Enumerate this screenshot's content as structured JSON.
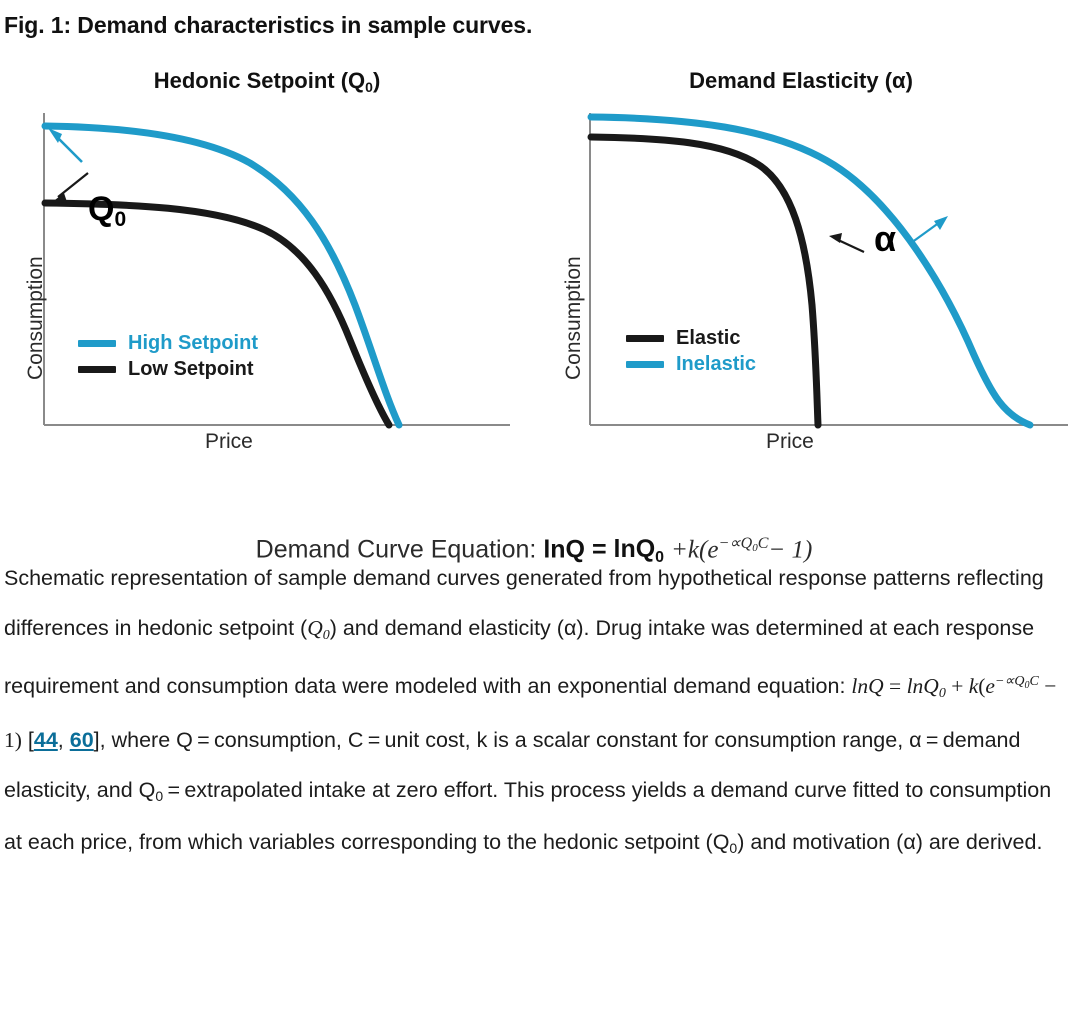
{
  "figure": {
    "title": "Fig. 1: Demand characteristics in sample curves."
  },
  "panels": [
    {
      "id": "hedonic-setpoint",
      "title_main": "Hedonic Setpoint (Q",
      "title_sub": "0",
      "title_tail": ")",
      "ylabel": "Consumption",
      "xlabel": "Price",
      "annotation": {
        "label_main": "Q",
        "label_sub": "0"
      },
      "legend": [
        {
          "label": "High Setpoint",
          "color": "#1f9bc9"
        },
        {
          "label": "Low Setpoint",
          "color": "#191919"
        }
      ]
    },
    {
      "id": "demand-elasticity",
      "title_main": "Demand Elasticity (α)",
      "title_sub": "",
      "title_tail": "",
      "ylabel": "Consumption",
      "xlabel": "Price",
      "annotation": {
        "label_main": "α",
        "label_sub": ""
      },
      "legend": [
        {
          "label": "Elastic",
          "color": "#191919"
        },
        {
          "label": "Inelastic",
          "color": "#1f9bc9"
        }
      ]
    }
  ],
  "equation": {
    "lead": "Demand Curve Equation:",
    "lhs": "lnQ",
    "equals": "=",
    "rhs_ln": "lnQ",
    "rhs_ln_sub": "0",
    "plus": "+",
    "k": "k",
    "open": "(",
    "e": "e",
    "exponent": "−∝Q",
    "exponent_sub": "0",
    "exponent_tail": "C",
    "minus_one": "− 1",
    "close": ")"
  },
  "caption": {
    "p1": "Schematic representation of sample demand curves generated from hypothetical response patterns reflecting differences in hedonic setpoint (",
    "q0_italic": "Q",
    "q0_italic_sub": "0",
    "p2": ") and demand elasticity (α). Drug intake was determined at each response requirement and consumption data were modeled with an exponential demand equation: ",
    "eq_lnq": "lnQ",
    "eq_eq": "=",
    "eq_lnq0": "lnQ",
    "eq_lnq0_sub": "0",
    "eq_plus": "+",
    "eq_k": "k",
    "eq_open": "(",
    "eq_e": "e",
    "eq_exp": "−∝Q",
    "eq_exp_sub": "0",
    "eq_exp_c": "C",
    "eq_minus1": "− 1",
    "eq_close": ")",
    "p3_open": " [",
    "cite1": "44",
    "cite_sep": ", ",
    "cite2": "60",
    "p3_close": "], where Q = consumption, C = unit cost, k is a scalar constant for consumption range, α = demand elasticity, and Q",
    "q0_sub_plain": "0",
    "p4": " = extrapolated intake at zero effort. This process yields a demand curve fitted to consumption at each price, from which variables corresponding to the hedonic setpoint (Q",
    "q0_sub_plain2": "0",
    "p5": ") and motivation (α) are derived."
  },
  "chart_data": [
    {
      "type": "line",
      "title": "Hedonic Setpoint (Q0)",
      "xlabel": "Price",
      "ylabel": "Consumption",
      "xlim": [
        0,
        1
      ],
      "ylim": [
        0,
        1
      ],
      "grid": false,
      "legend_position": "lower-left",
      "axis_ticks": "none",
      "annotations": [
        "Q0"
      ],
      "series": [
        {
          "name": "High Setpoint",
          "color": "#1f9bc9",
          "q0": 1.0,
          "alpha": 1.0,
          "k": 1.0,
          "x": [
            0.0,
            0.1,
            0.2,
            0.3,
            0.4,
            0.5,
            0.6,
            0.7,
            0.78,
            0.84,
            0.9,
            0.94,
            0.97,
            1.0
          ],
          "y": [
            1.0,
            0.995,
            0.985,
            0.965,
            0.93,
            0.875,
            0.79,
            0.66,
            0.53,
            0.41,
            0.255,
            0.15,
            0.07,
            0.0
          ]
        },
        {
          "name": "Low Setpoint",
          "color": "#191919",
          "q0": 0.72,
          "alpha": 1.0,
          "k": 1.0,
          "x": [
            0.0,
            0.1,
            0.2,
            0.3,
            0.4,
            0.5,
            0.6,
            0.68,
            0.76,
            0.82,
            0.88,
            0.92,
            0.95,
            0.975
          ],
          "y": [
            0.72,
            0.718,
            0.713,
            0.705,
            0.69,
            0.66,
            0.6,
            0.52,
            0.4,
            0.29,
            0.16,
            0.08,
            0.03,
            0.0
          ]
        }
      ]
    },
    {
      "type": "line",
      "title": "Demand Elasticity (α)",
      "xlabel": "Price",
      "ylabel": "Consumption",
      "xlim": [
        0,
        1
      ],
      "ylim": [
        0,
        1
      ],
      "grid": false,
      "legend_position": "lower-left",
      "axis_ticks": "none",
      "annotations": [
        "α"
      ],
      "series": [
        {
          "name": "Elastic",
          "color": "#191919",
          "q0": 0.93,
          "alpha": 2.2,
          "k": 1.0,
          "x": [
            0.0,
            0.1,
            0.2,
            0.3,
            0.38,
            0.44,
            0.5,
            0.54,
            0.58,
            0.62,
            0.65,
            0.68,
            0.7,
            0.715
          ],
          "y": [
            0.93,
            0.928,
            0.922,
            0.905,
            0.87,
            0.81,
            0.71,
            0.61,
            0.48,
            0.34,
            0.22,
            0.11,
            0.045,
            0.0
          ]
        },
        {
          "name": "Inelastic",
          "color": "#1f9bc9",
          "q0": 1.0,
          "alpha": 0.9,
          "k": 1.0,
          "x": [
            0.0,
            0.12,
            0.25,
            0.38,
            0.5,
            0.6,
            0.68,
            0.76,
            0.82,
            0.88,
            0.92,
            0.955,
            0.98,
            1.0
          ],
          "y": [
            1.0,
            0.996,
            0.985,
            0.962,
            0.92,
            0.865,
            0.795,
            0.69,
            0.58,
            0.43,
            0.3,
            0.175,
            0.07,
            0.0
          ]
        }
      ]
    }
  ]
}
